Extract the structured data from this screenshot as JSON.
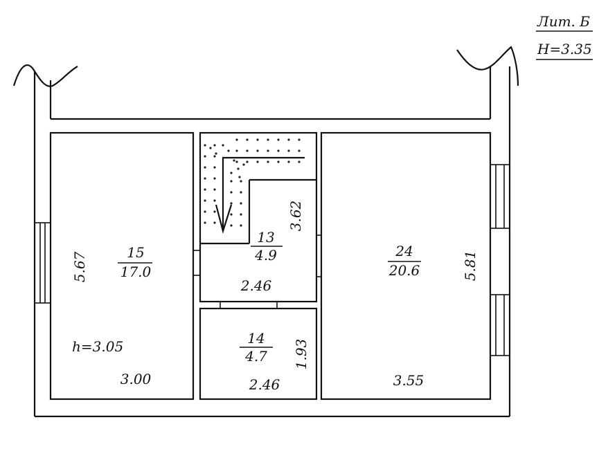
{
  "header": {
    "lit": "Лит. Б",
    "height": "H=3.35"
  },
  "rooms": [
    {
      "id": "room-15",
      "number": "15",
      "area": "17.0",
      "dim_side": "5.67",
      "dim_bottom": "3.00",
      "ceiling": "h=3.05"
    },
    {
      "id": "room-13",
      "number": "13",
      "area": "4.9",
      "dim_side": "3.62",
      "dim_bottom": "2.46"
    },
    {
      "id": "room-14",
      "number": "14",
      "area": "4.7",
      "dim_side": "1.93",
      "dim_bottom": "2.46"
    },
    {
      "id": "room-24",
      "number": "24",
      "area": "20.6",
      "dim_side": "5.81",
      "dim_bottom": "3.55"
    }
  ]
}
